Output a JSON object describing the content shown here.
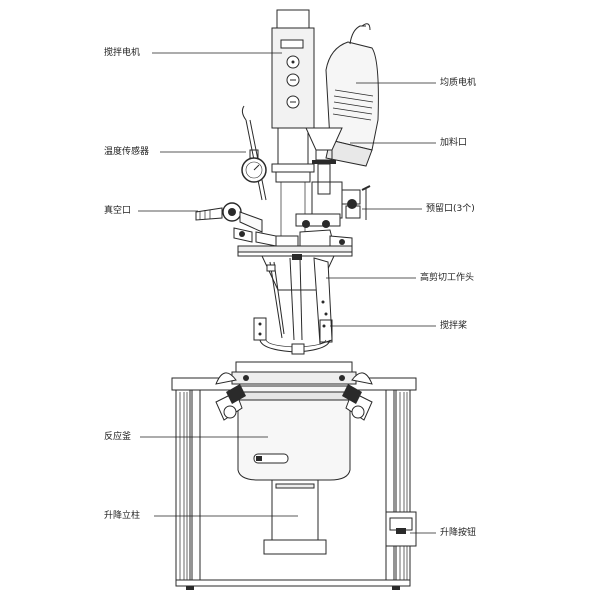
{
  "labels": {
    "stirring_motor": "搅拌电机",
    "homogenizer_motor": "均质电机",
    "feed_port": "加料口",
    "temperature_sensor": "温度传感器",
    "vacuum_port": "真空口",
    "reserved_ports": "预留口(3个)",
    "high_shear_head": "高剪切工作头",
    "stirring_paddle": "搅拌桨",
    "reactor_vessel": "反应釜",
    "lifting_column": "升降立柱",
    "lift_button": "升降按钮"
  }
}
